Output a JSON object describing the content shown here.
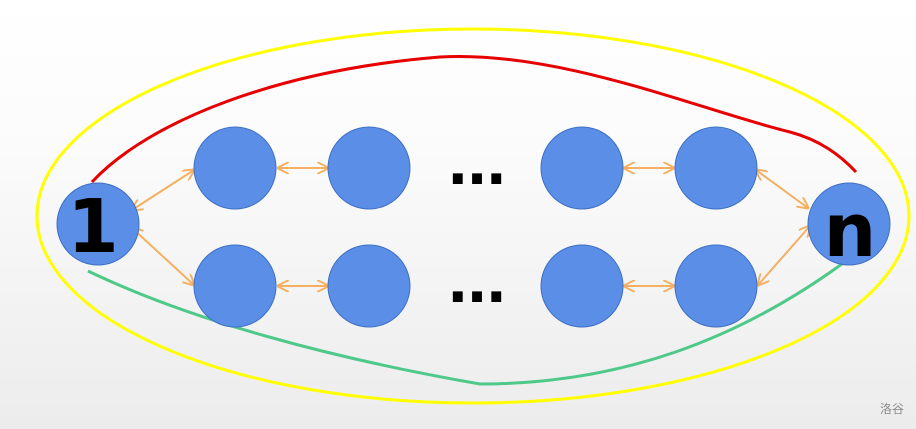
{
  "diagram": {
    "start_node_label": "1",
    "end_node_label": "n",
    "ellipsis_top": "...",
    "ellipsis_bottom": "...",
    "colors": {
      "node_fill": "#5b8ee6",
      "edge_arrow": "#f4b060",
      "outer_loop": "#ffff00",
      "top_path": "#e60000",
      "bottom_path": "#4fc98a"
    }
  },
  "watermark": "洛谷"
}
